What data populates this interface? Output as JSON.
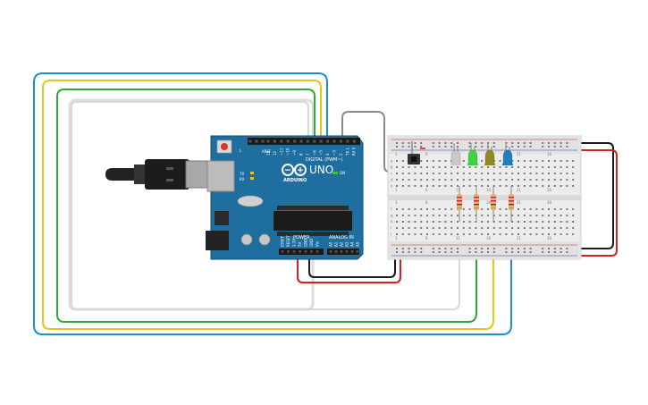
{
  "arduino": {
    "brand": "ARDUINO",
    "model": "UNO",
    "digital_header": "DIGITAL (PWM~)",
    "power_header": "POWER",
    "analog_header": "ANALOG IN",
    "tx_label": "TX",
    "rx_label": "RX",
    "l_label": "L",
    "on_label": "ON",
    "aref_label": "AREF",
    "gnd_label": "GND",
    "digital_pins": [
      "13",
      "12",
      "~11",
      "~10",
      "~9",
      "8",
      "7",
      "~6",
      "~5",
      "4",
      "~3",
      "2",
      "TX 1",
      "RX 0"
    ],
    "power_pins": [
      "IOREF",
      "RESET",
      "3.3V",
      "5V",
      "GND",
      "GND",
      "Vin"
    ],
    "analog_pins": [
      "A0",
      "A1",
      "A2",
      "A3",
      "A4",
      "A5"
    ]
  },
  "breadboard": {
    "columns": 30,
    "rows_top": [
      "a",
      "b",
      "c",
      "d",
      "e"
    ],
    "rows_bottom": [
      "f",
      "g",
      "h",
      "i",
      "j"
    ]
  },
  "components": {
    "leds": [
      {
        "color_name": "white",
        "color": "#c9c9c9"
      },
      {
        "color_name": "green",
        "color": "#3fd33f"
      },
      {
        "color_name": "yellow",
        "color": "#8f8a1f"
      },
      {
        "color_name": "blue",
        "color": "#1f7fbf"
      }
    ],
    "wire_colors": {
      "blue": "#1a8fd6",
      "yellow": "#e8c619",
      "green": "#2fa83a",
      "white": "#d8d8d8",
      "gray": "#8a8a8a",
      "red": "#d42020",
      "black": "#1a1a1a"
    }
  }
}
